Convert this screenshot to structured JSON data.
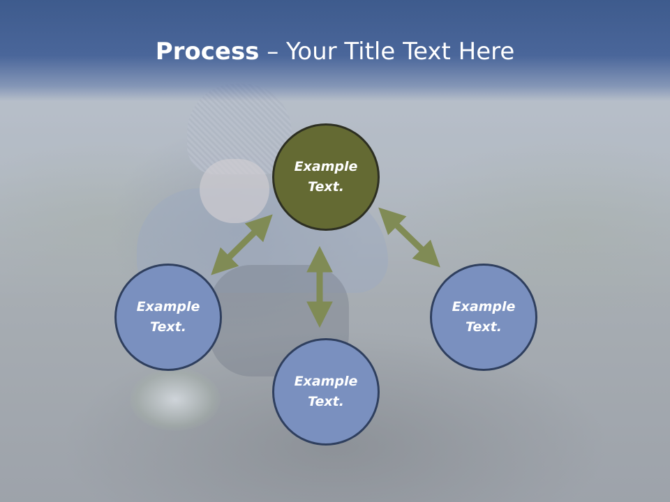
{
  "slide": {
    "title_bold": "Process",
    "title_rest": " – Your Title Text Here"
  },
  "diagram": {
    "nodes": [
      {
        "id": "center",
        "line1": "Example",
        "line2": "Text.",
        "color": "#646a33"
      },
      {
        "id": "left",
        "line1": "Example",
        "line2": "Text.",
        "color": "#7a90bf"
      },
      {
        "id": "right",
        "line1": "Example",
        "line2": "Text.",
        "color": "#7a90bf"
      },
      {
        "id": "bottom",
        "line1": "Example",
        "line2": "Text.",
        "color": "#7a90bf"
      }
    ],
    "arrow_color": "#808b55",
    "connections": [
      {
        "from": "center",
        "to": "left",
        "type": "double-arrow"
      },
      {
        "from": "center",
        "to": "right",
        "type": "double-arrow"
      },
      {
        "from": "center",
        "to": "bottom",
        "type": "double-arrow"
      }
    ]
  }
}
